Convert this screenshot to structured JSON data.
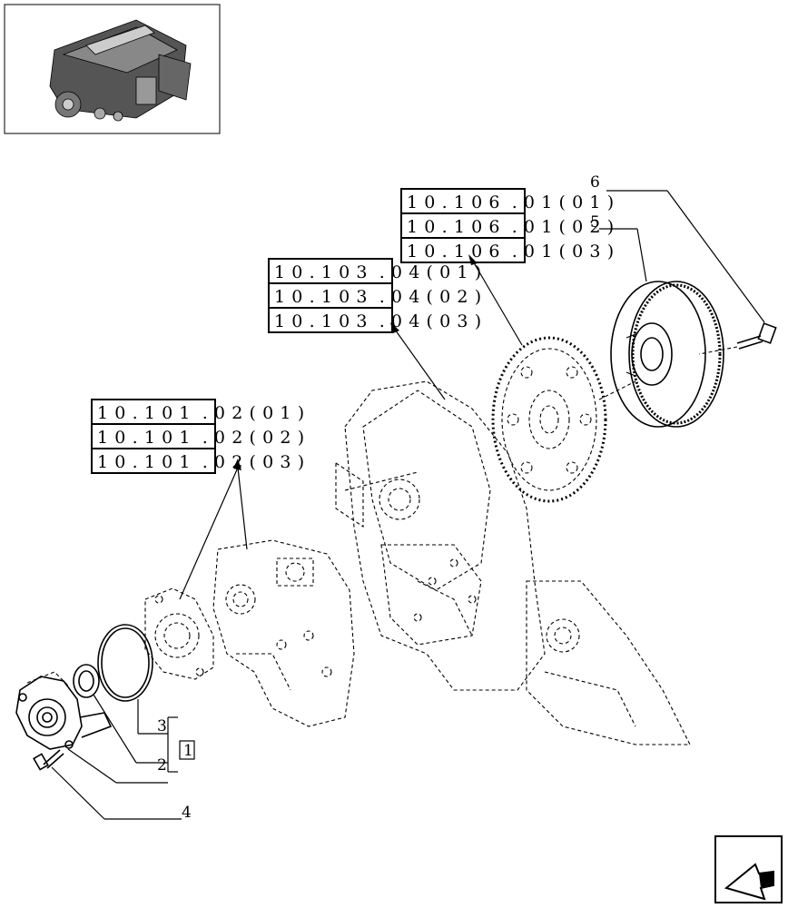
{
  "references": [
    {
      "code": "10.106",
      "suffix": ".01(01)"
    },
    {
      "code": "10.106",
      "suffix": ".01(02)"
    },
    {
      "code": "10.106",
      "suffix": ".01(03)"
    },
    {
      "code": "10.103",
      "suffix": ".04(01)"
    },
    {
      "code": "10.103",
      "suffix": ".04(02)"
    },
    {
      "code": "10.103",
      "suffix": ".04(03)"
    },
    {
      "code": "10.101",
      "suffix": ".02(01)"
    },
    {
      "code": "10.101",
      "suffix": ".02(02)"
    },
    {
      "code": "10.101",
      "suffix": ".02(03)"
    }
  ],
  "callouts": {
    "item_1": "1",
    "item_2": "2",
    "item_3": "3",
    "item_4": "4",
    "item_5": "5",
    "item_6": "6"
  },
  "thumbnail_icon": "engine-thumbnail",
  "nav_icon": "next-page-arrow-icon"
}
